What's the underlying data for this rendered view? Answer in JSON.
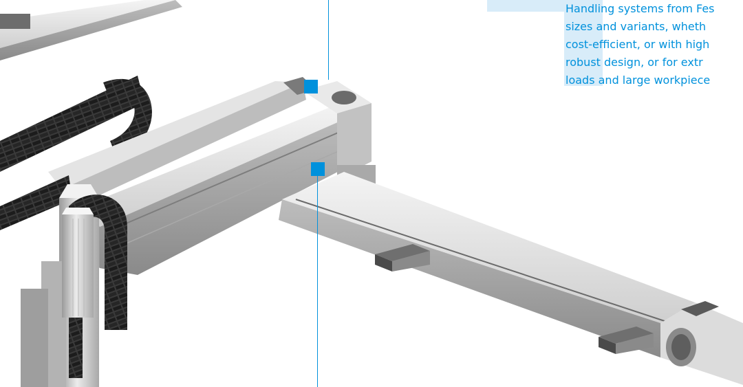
{
  "intro": {
    "lines": [
      "Handling systems from Fes",
      "sizes and variants, wheth",
      "cost-efficient, or with high",
      "robust design, or for extr",
      "loads and large workpiece"
    ]
  },
  "colors": {
    "accent": "#0091dc",
    "highlight": "#d8ecf9"
  },
  "icons": {
    "callout_marker_top": "square-marker-icon",
    "callout_marker_bottom": "square-marker-icon"
  }
}
